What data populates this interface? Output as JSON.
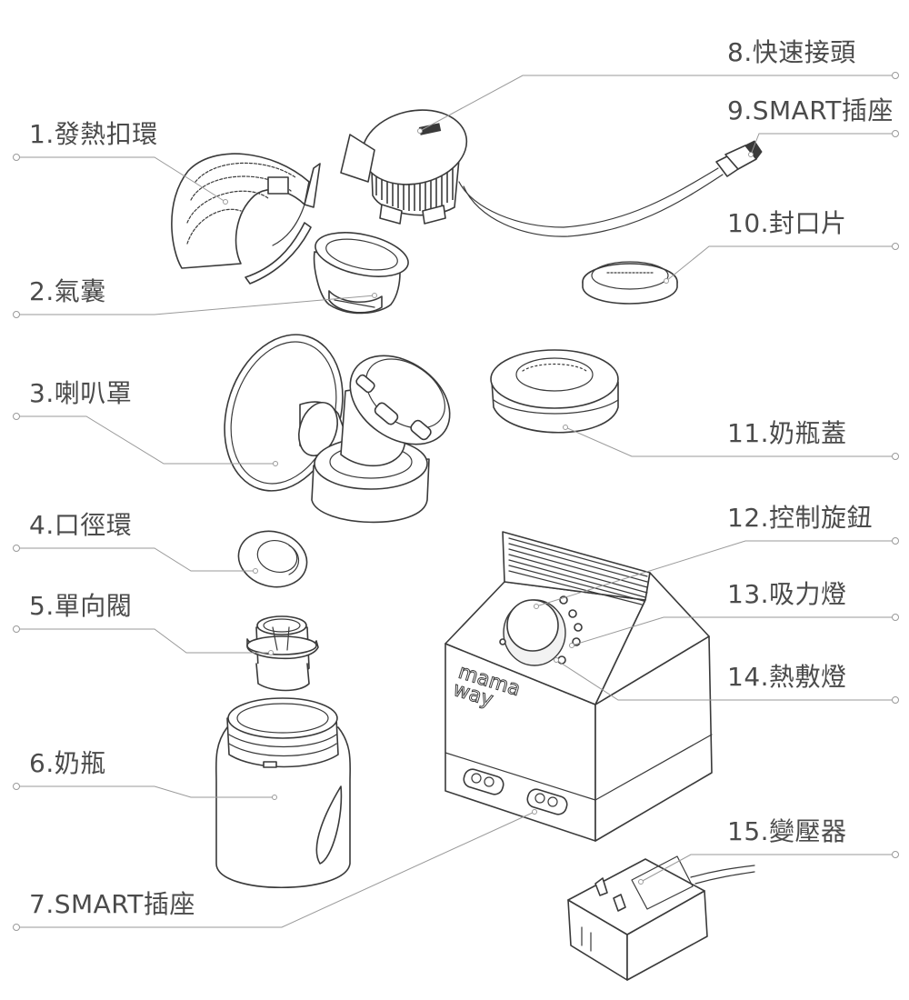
{
  "labels": {
    "l1": "1.發熱扣環",
    "l2": "2.氣囊",
    "l3": "3.喇叭罩",
    "l4": "4.口徑環",
    "l5": "5.單向閥",
    "l6": "6.奶瓶",
    "l7": "7.SMART插座",
    "l8": "8.快速接頭",
    "l9": "9.SMART插座",
    "l10": "10.封口片",
    "l11": "11.奶瓶蓋",
    "l12": "12.控制旋鈕",
    "l13": "13.吸力燈",
    "l14": "14.熱敷燈",
    "l15": "15.變壓器"
  },
  "brand": {
    "line1": "mama",
    "line2": "way"
  },
  "colors": {
    "text": "#4b4b4b",
    "leader": "#9a9a9a",
    "outline": "#3a3a3a"
  }
}
